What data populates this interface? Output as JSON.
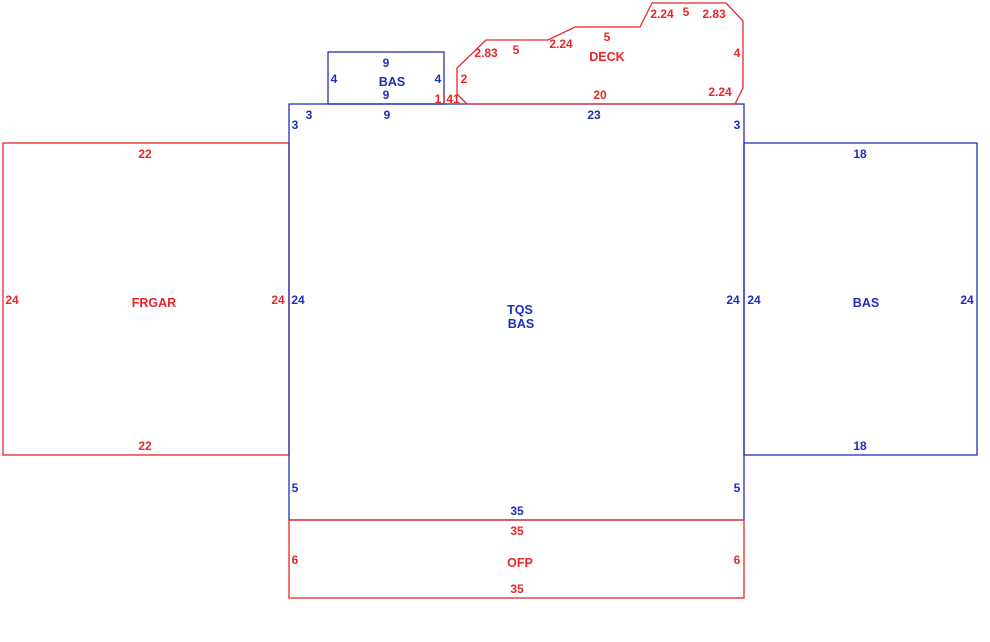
{
  "colors": {
    "red": "#e8262a",
    "blue": "#1f2fb8"
  },
  "areas": {
    "frgar": {
      "name": "FRGAR",
      "top": "22",
      "bottom": "22",
      "left": "24",
      "right": "24"
    },
    "main": {
      "name1": "TQS",
      "name2": "BAS",
      "top_left_3": "3",
      "top_left_3b": "3",
      "top_9": "9",
      "top_23": "23",
      "top_right_3": "3",
      "left_24": "24",
      "right_24": "24",
      "left_5": "5",
      "right_5": "5",
      "bottom_35": "35"
    },
    "small_bas": {
      "name": "BAS",
      "top": "9",
      "bottom": "9",
      "left": "4",
      "right": "4"
    },
    "right_bas": {
      "name": "BAS",
      "top": "18",
      "bottom": "18",
      "left": "24",
      "right": "24"
    },
    "deck": {
      "name": "DECK",
      "d_2_83_left": "2.83",
      "d_5_left": "5",
      "d_2_24_mid": "2.24",
      "d_5_top": "5",
      "d_2_24_top": "2.24",
      "d_5_upper": "5",
      "d_2_83_right": "2.83",
      "d_4_right": "4",
      "d_2_left": "2",
      "d_1": "1",
      "d_41": "41",
      "d_20": "20",
      "d_2_24_br": "2.24"
    },
    "ofp": {
      "name": "OFP",
      "top": "35",
      "bottom": "35",
      "left": "6",
      "right": "6"
    }
  }
}
